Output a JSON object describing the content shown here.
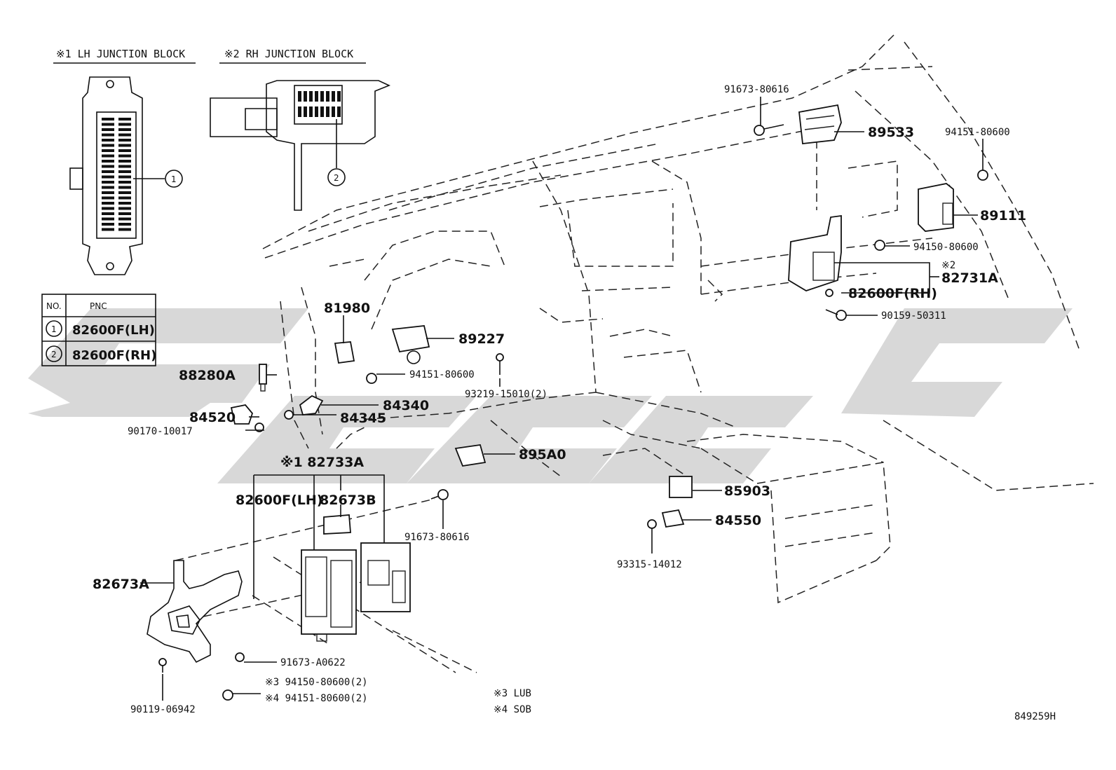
{
  "headers": {
    "lh_block": "※1 LH JUNCTION BLOCK",
    "rh_block": "※2 RH JUNCTION BLOCK"
  },
  "table": {
    "col_no": "NO.",
    "col_pnc": "PNC",
    "rows": [
      {
        "no": "1",
        "pnc": "82600F(LH)"
      },
      {
        "no": "2",
        "pnc": "82600F(RH)"
      }
    ]
  },
  "callouts": {
    "c1": "1",
    "c2": "2"
  },
  "parts": {
    "p91673_80616_top": "91673-80616",
    "p89533": "89533",
    "p94151_80600_right": "94151-80600",
    "p89111": "89111",
    "p94150_80600": "94150-80600",
    "p82731A_note": "※2",
    "p82731A": "82731A",
    "p82600F_RH": "82600F(RH)",
    "p90159_50311": "90159-50311",
    "p81980": "81980",
    "p89227": "89227",
    "p94151_80600_mid": "94151-80600",
    "p93219_15010": "93219-15010(2)",
    "p88280A": "88280A",
    "p84340": "84340",
    "p84520": "84520",
    "p84345": "84345",
    "p90170_10017": "90170-10017",
    "p82733A": "※1 82733A",
    "p895A0": "895A0",
    "p82600F_LH": "82600F(LH)",
    "p82673B": "82673B",
    "p91673_80616_low": "91673-80616",
    "p85903": "85903",
    "p84550": "84550",
    "p93315_14012": "93315-14012",
    "p82673A": "82673A",
    "p91673_A0622": "91673-A0622",
    "p94150_80600_2": "※3 94150-80600(2)",
    "p94151_80600_2": "※4 94151-80600(2)",
    "p90119_06942": "90119-06942"
  },
  "notes": {
    "n3": "※3  LUB",
    "n4": "※4  SOB"
  },
  "figure_id": "849259H"
}
